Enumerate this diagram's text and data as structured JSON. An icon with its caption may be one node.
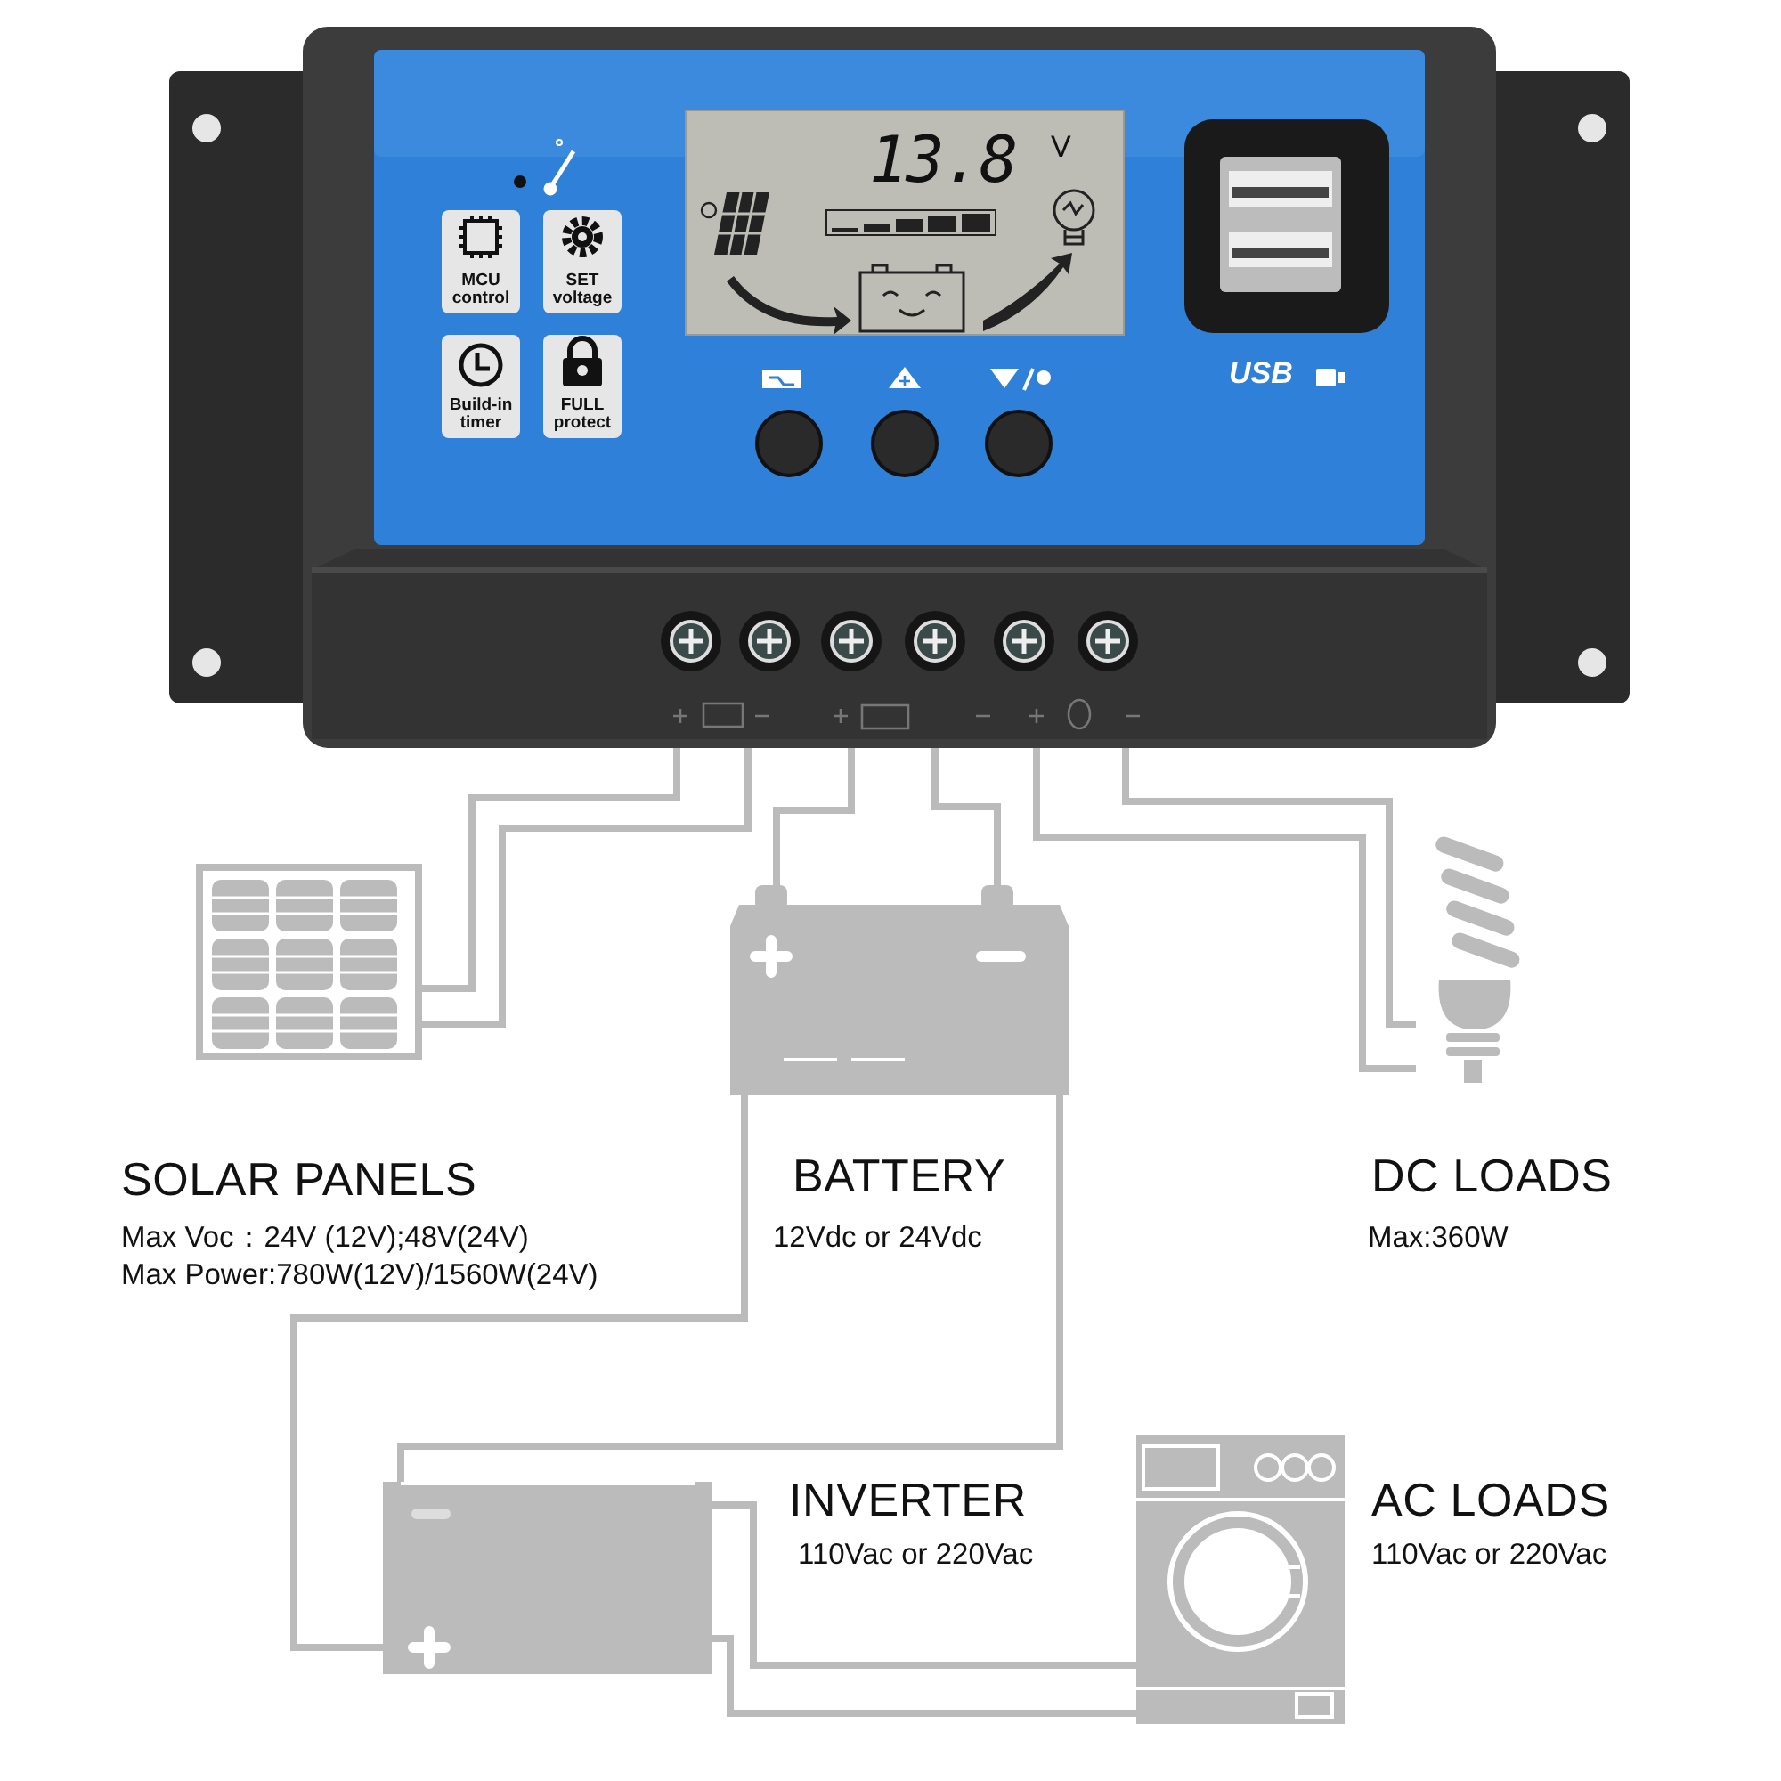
{
  "diagram": {
    "nodes": [
      {
        "text": [],
        "shape": "picture"
      },
      {
        "text": [],
        "shape": "picture",
        "beside": [
          "SOLAR PANELS",
          "Max Voc：24V (12V);48V(24V)",
          "Max Power:780W(12V)/1560W(24V)"
        ]
      },
      {
        "text": [],
        "shape": "picture",
        "beside": [
          "BATTERY",
          "12Vdc or 24Vdc"
        ]
      },
      {
        "text": [],
        "shape": "picture",
        "beside": [
          "DC LOADS",
          "Max:360W"
        ]
      },
      {
        "text": [],
        "shape": "picture",
        "beside": [
          "INVERTER",
          "110Vac or 220Vac"
        ]
      },
      {
        "text": [],
        "shape": "picture",
        "beside": [
          "AC LOADS",
          "110Vac or 220Vac"
        ]
      }
    ],
    "edges": [
      {
        "from": 0,
        "to": 1,
        "arrow": "none"
      },
      {
        "from": 0,
        "to": 1,
        "arrow": "none"
      },
      {
        "from": 0,
        "to": 2,
        "arrow": "none"
      },
      {
        "from": 0,
        "to": 2,
        "arrow": "none"
      },
      {
        "from": 0,
        "to": 3,
        "arrow": "none"
      },
      {
        "from": 0,
        "to": 3,
        "arrow": "none"
      },
      {
        "from": 2,
        "to": 4,
        "arrow": "none"
      },
      {
        "from": 2,
        "to": 4,
        "arrow": "none"
      },
      {
        "from": 4,
        "to": 5,
        "arrow": "none"
      },
      {
        "from": 4,
        "to": 5,
        "arrow": "none"
      }
    ],
    "labels": [
      "13.8",
      "V",
      "MCU control",
      "SET voltage",
      "Build-in timer",
      "FULL protect",
      "USB"
    ]
  }
}
